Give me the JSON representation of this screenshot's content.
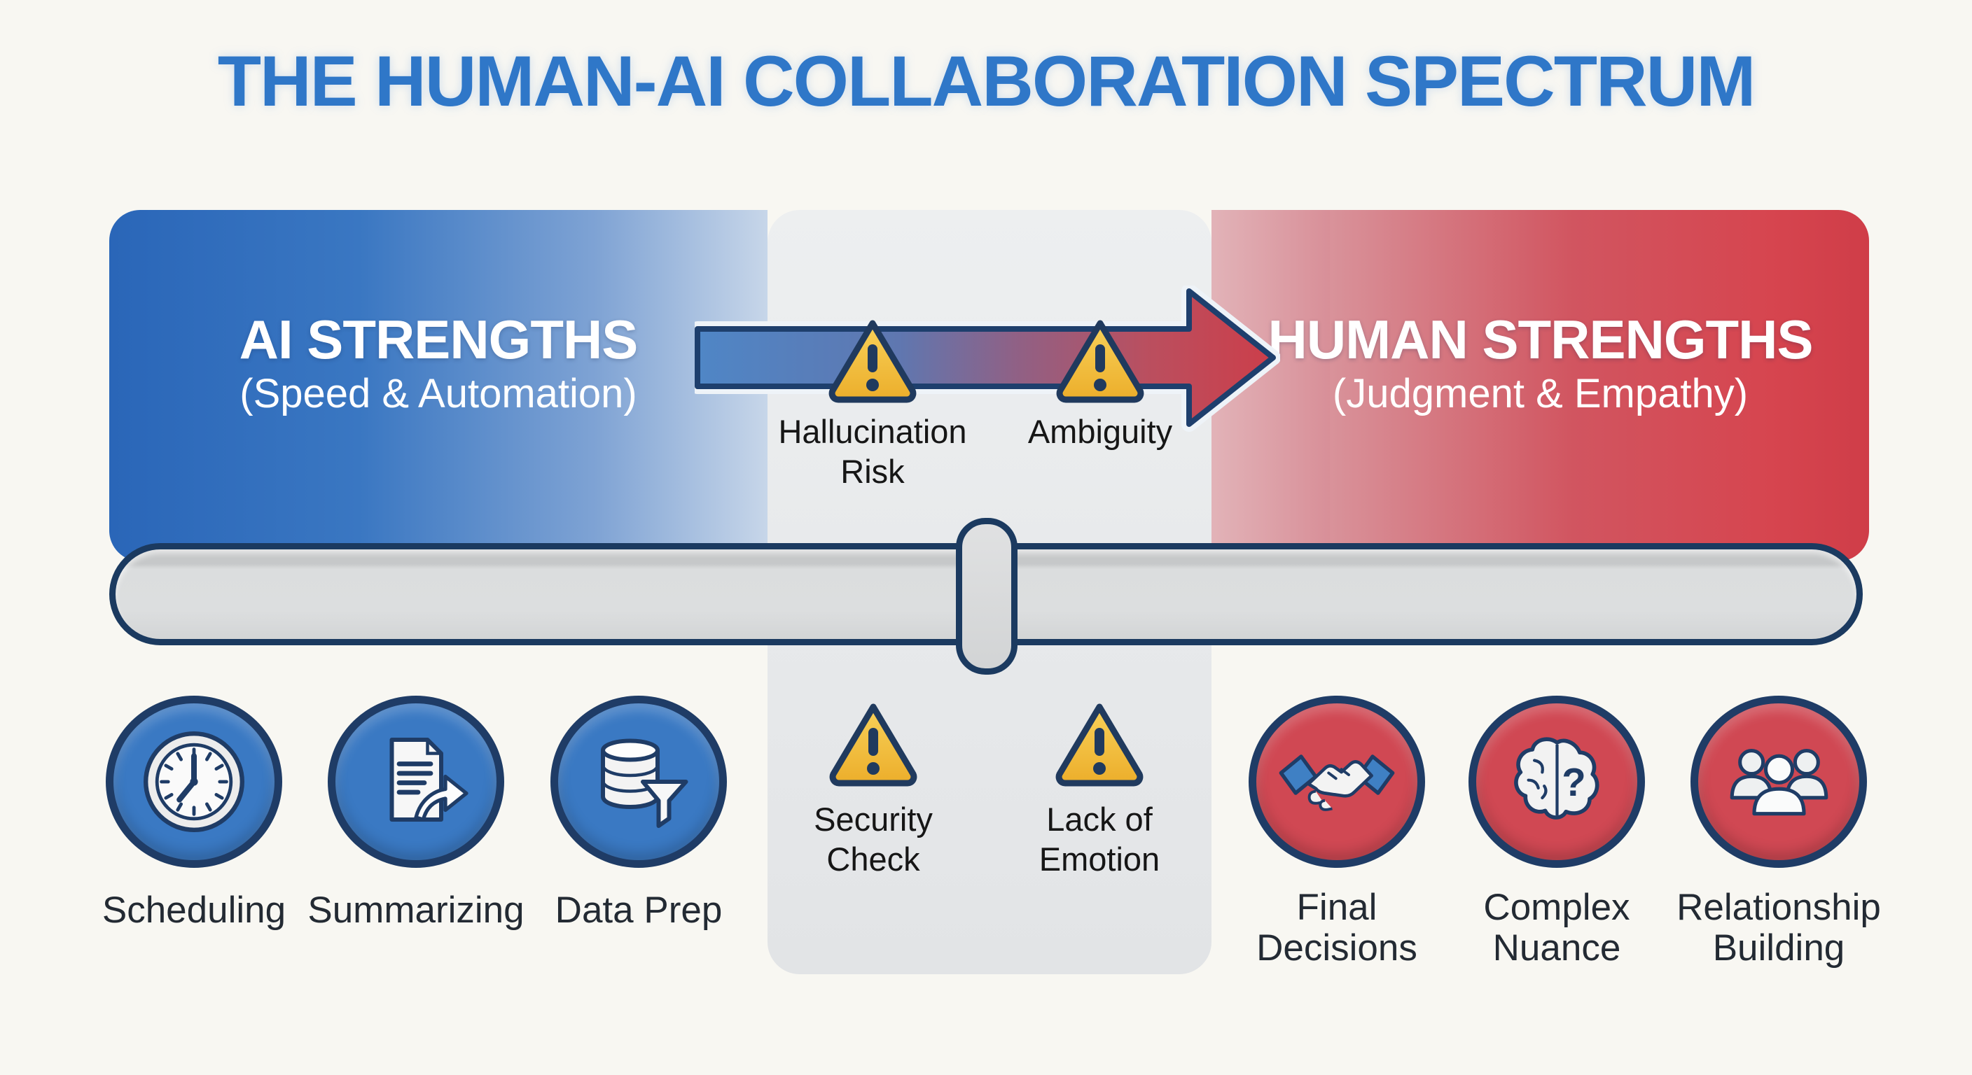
{
  "title": "THE HUMAN-AI COLLABORATION SPECTRUM",
  "colors": {
    "title_blue": "#2f77c8",
    "zone_blue": "#2e6fc0",
    "zone_red": "#d6454f",
    "outline_navy": "#1f3c66",
    "warning_yellow": "#f3bc37",
    "panel_gray": "#e9ebec",
    "slider_gray": "#d9dbdc"
  },
  "ai_zone": {
    "heading": "AI STRENGTHS",
    "subheading": "(Speed & Automation)",
    "items": [
      {
        "label": "Scheduling",
        "icon": "clock-icon"
      },
      {
        "label": "Summarizing",
        "icon": "document-arrow-icon"
      },
      {
        "label": "Data Prep",
        "icon": "database-funnel-icon"
      }
    ]
  },
  "human_zone": {
    "heading": "HUMAN STRENGTHS",
    "subheading": "(Judgment & Empathy)",
    "items": [
      {
        "lines": [
          "Final",
          "Decisions"
        ],
        "icon": "handshake-icon"
      },
      {
        "lines": [
          "Complex",
          "Nuance"
        ],
        "icon": "brain-question-icon"
      },
      {
        "lines": [
          "Relationship",
          "Building"
        ],
        "icon": "people-icon"
      }
    ]
  },
  "risk_zone": {
    "top_risks": [
      {
        "lines": [
          "Hallucination",
          "Risk"
        ]
      },
      {
        "lines": [
          "Ambiguity"
        ]
      }
    ],
    "bottom_risks": [
      {
        "lines": [
          "Security",
          "Check"
        ]
      },
      {
        "lines": [
          "Lack of",
          "Emotion"
        ]
      }
    ]
  }
}
